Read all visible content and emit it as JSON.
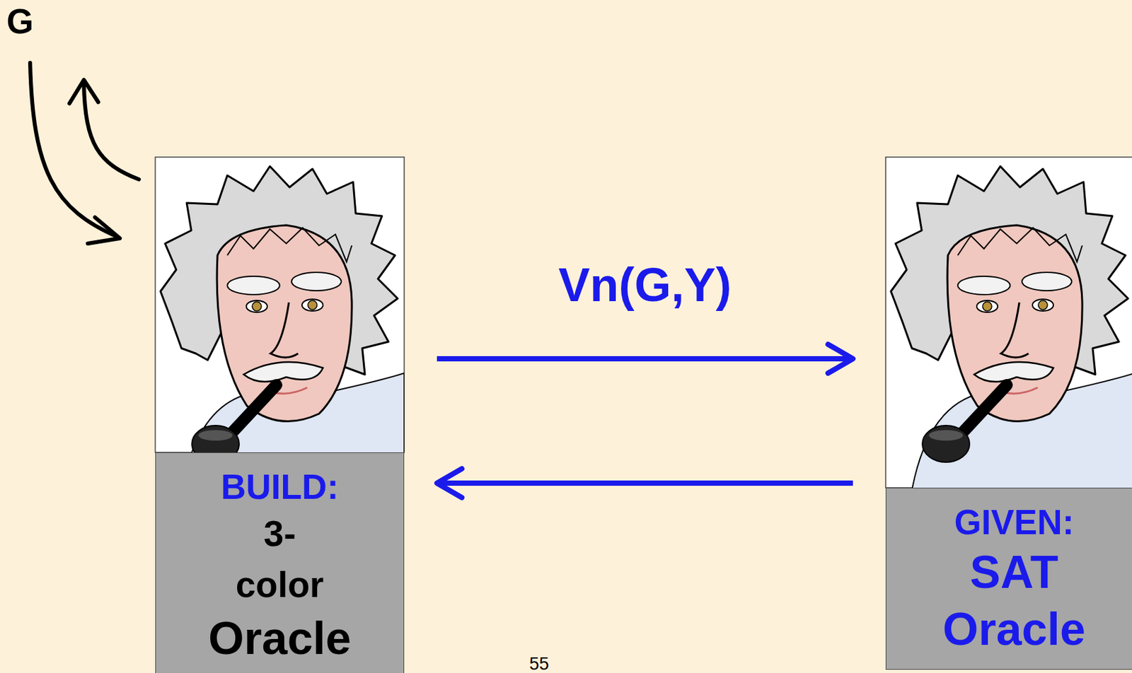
{
  "diagram": {
    "nodes": [
      {
        "text": [
          "BUILD:",
          "3- color",
          "Oracle"
        ]
      },
      {
        "text": [
          "GIVEN:",
          "SAT",
          "Oracle"
        ]
      }
    ],
    "edges": [
      {
        "from": 0,
        "to": 1,
        "arrow": "to",
        "label": "Vn(G,Y)"
      },
      {
        "from": 1,
        "to": 0,
        "arrow": "to"
      }
    ],
    "labels": [
      "G",
      "55"
    ]
  }
}
